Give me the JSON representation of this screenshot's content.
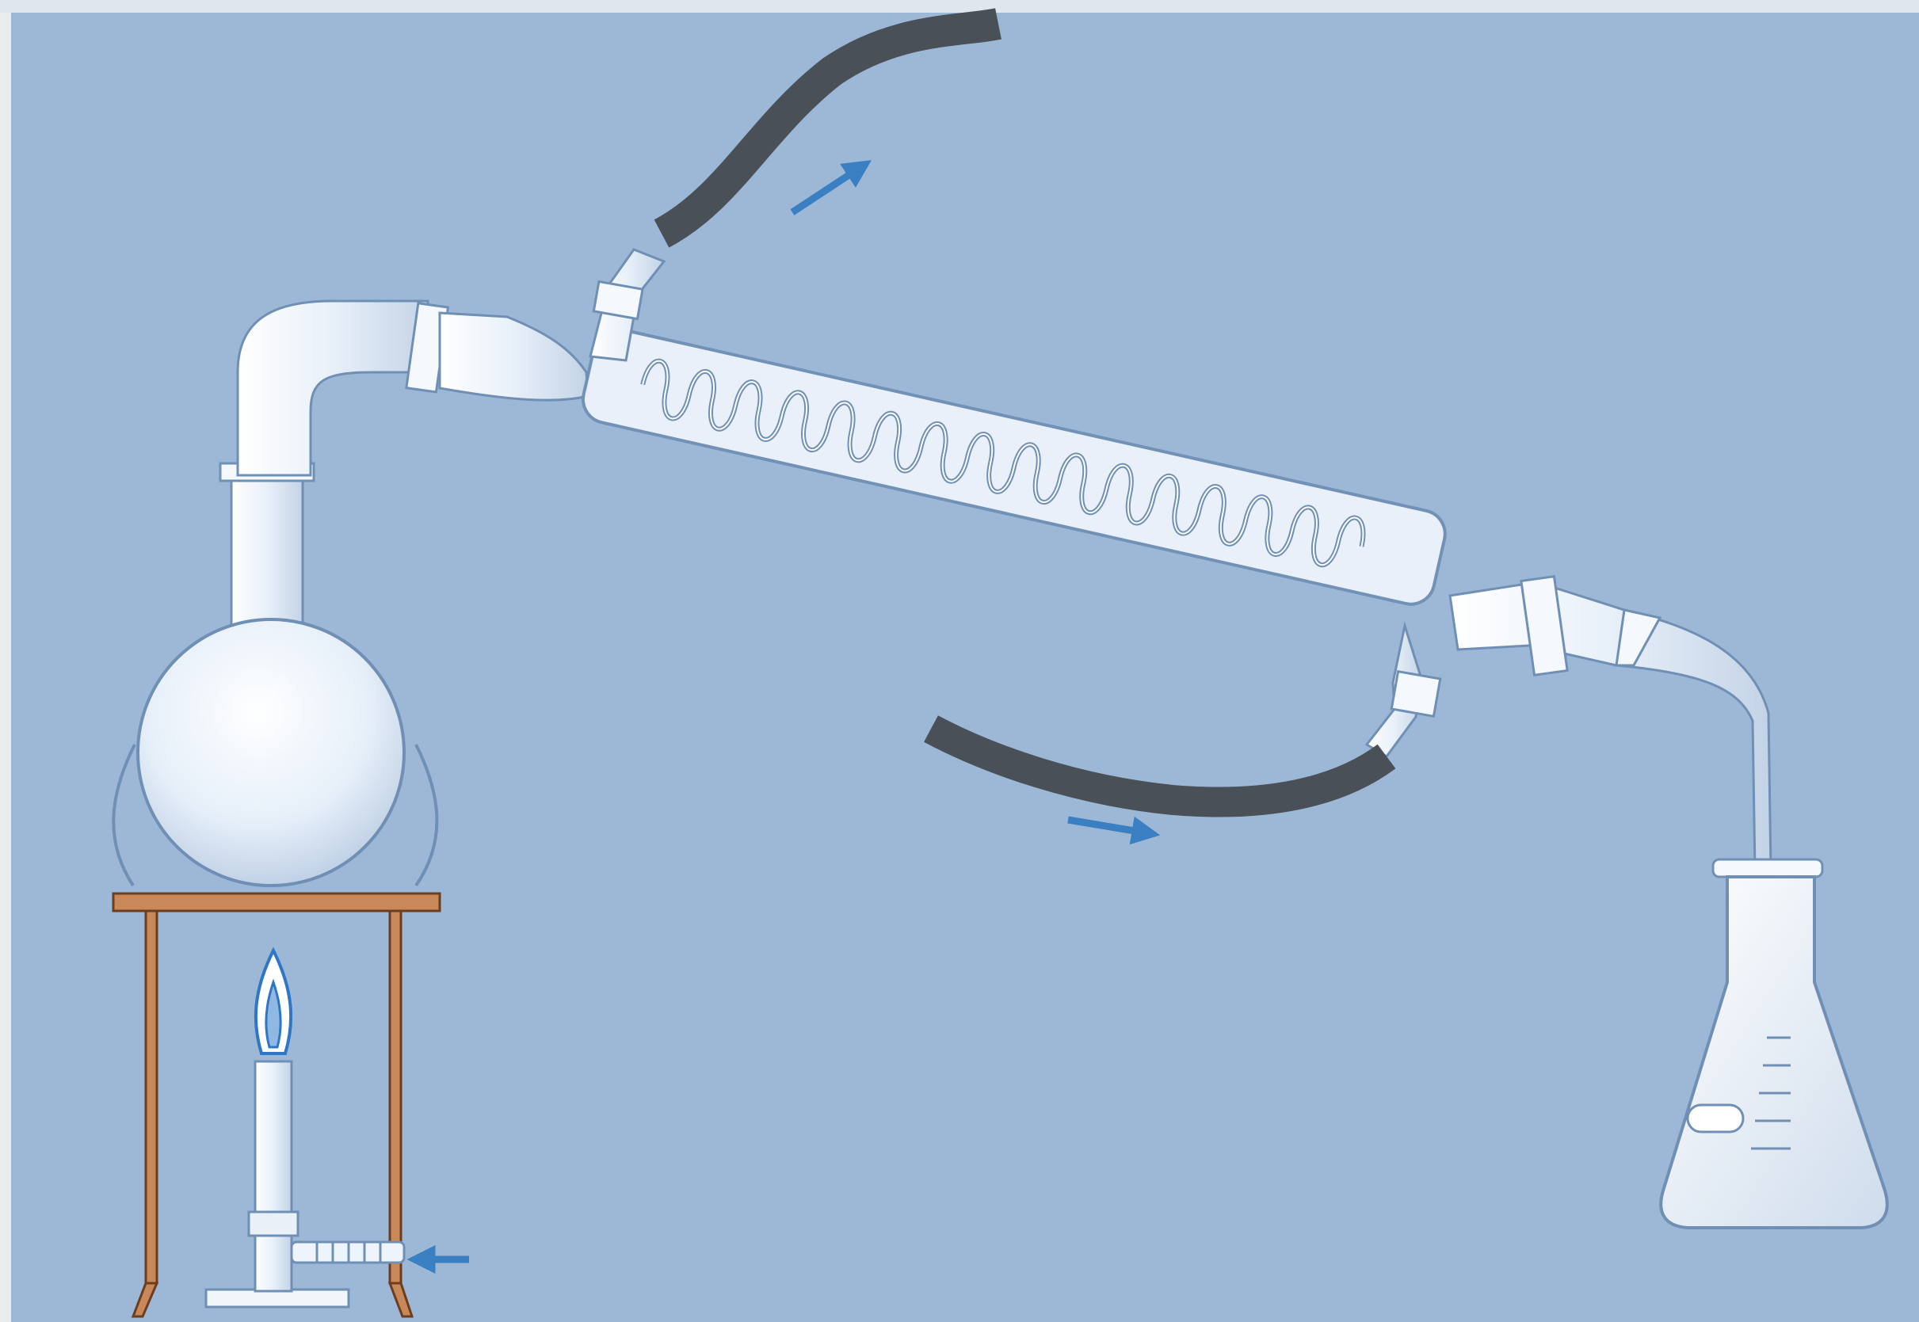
{
  "diagram": {
    "kind": "distillation-apparatus",
    "labels": [],
    "components": [
      "round-bottom-flask",
      "still-head",
      "adapter",
      "coil-condenser",
      "coolant-outlet-hose",
      "coolant-inlet-hose",
      "receiver-adapter",
      "erlenmeyer-receiving-flask",
      "tripod-stand",
      "bunsen-burner",
      "gas-inlet"
    ],
    "flow_arrows": [
      "coolant-out-arrow",
      "coolant-in-arrow",
      "gas-in-arrow"
    ]
  },
  "colors": {
    "background": "#9db8d6",
    "glass": "#eef4fb",
    "glass_outline": "#6f8fb5",
    "hose": "#4a5058",
    "tripod": "#c8885a",
    "arrow": "#3a7fc2",
    "flame": "#2f76c4"
  }
}
